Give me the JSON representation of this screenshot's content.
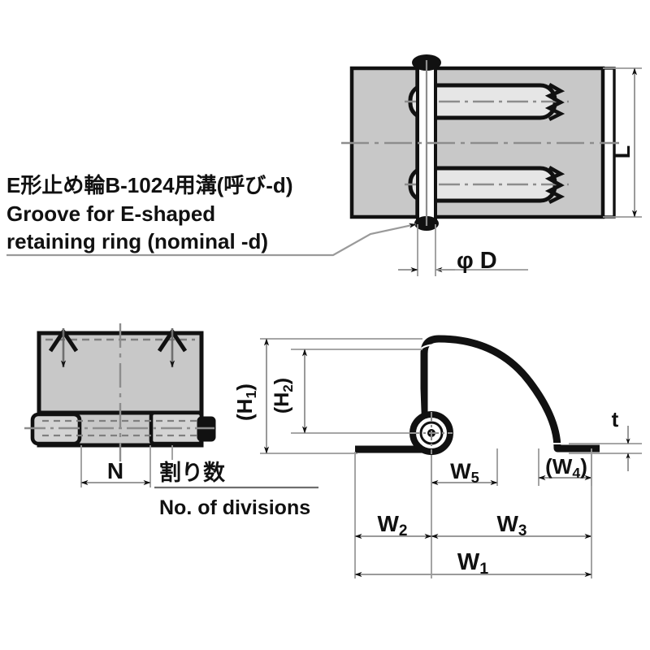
{
  "drawing": {
    "title": "Hinge assembly dimensional drawing",
    "colors": {
      "outline": "#111111",
      "fill_gray": "#c8c8c8",
      "dim_line": "#9a9a9a",
      "center_line": "#8d8d8d",
      "background": "#ffffff"
    }
  },
  "notes": {
    "groove_note": {
      "line_jp": "E形止め輪B-1024用溝(呼び-d)",
      "line_en_1": "Groove for E-shaped",
      "line_en_2": "retaining ring (nominal -d)"
    },
    "divisions_note": {
      "line_jp": "割り数",
      "line_en": "No. of divisions"
    }
  },
  "dimensions": {
    "top_view": [
      {
        "name": "length-L",
        "label": "L",
        "orientation": "vertical"
      },
      {
        "name": "diameter-D",
        "label": "φ D",
        "orientation": "horizontal"
      }
    ],
    "front_view": [
      {
        "name": "width-N",
        "label": "N",
        "orientation": "horizontal"
      }
    ],
    "section_view": [
      {
        "name": "height-H1",
        "label": "(H",
        "sub": "1",
        "close": ")",
        "orientation": "vertical"
      },
      {
        "name": "height-H2",
        "label": "(H",
        "sub": "2",
        "close": ")",
        "orientation": "vertical"
      },
      {
        "name": "width-W1",
        "label": "W",
        "sub": "1",
        "orientation": "horizontal"
      },
      {
        "name": "width-W2",
        "label": "W",
        "sub": "2",
        "orientation": "horizontal"
      },
      {
        "name": "width-W3",
        "label": "W",
        "sub": "3",
        "orientation": "horizontal"
      },
      {
        "name": "width-W4",
        "label": "(W",
        "sub": "4",
        "close": ")",
        "orientation": "horizontal"
      },
      {
        "name": "width-W5",
        "label": "W",
        "sub": "5",
        "orientation": "horizontal"
      },
      {
        "name": "thickness-t",
        "label": "t",
        "orientation": "vertical"
      }
    ]
  },
  "labels": {
    "L": "L",
    "phiD": "φ D",
    "N": "N",
    "H1_open": "(H",
    "H1_sub": "1",
    "H1_close": ")",
    "H2_open": "(H",
    "H2_sub": "2",
    "H2_close": ")",
    "W1_base": "W",
    "W1_sub": "1",
    "W2_base": "W",
    "W2_sub": "2",
    "W3_base": "W",
    "W3_sub": "3",
    "W4_open": "(W",
    "W4_sub": "4",
    "W4_close": ")",
    "W5_base": "W",
    "W5_sub": "5",
    "t": "t"
  }
}
